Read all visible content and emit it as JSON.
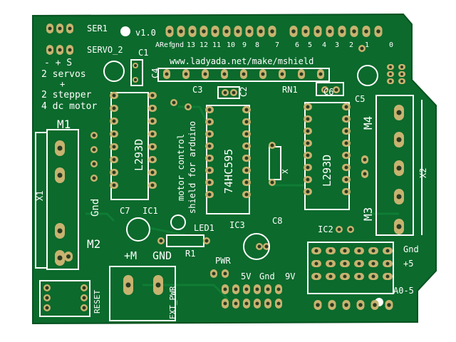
{
  "colors": {
    "background": "#ffffff",
    "board": "#0b6a2c",
    "board_shadow": "#075220",
    "trace": "#0f7c35",
    "pad": "#c7b36f",
    "pad_hole": "#2a3a22",
    "silkscreen": "#ffffff",
    "mount_hole": "#ffffff"
  },
  "board": {
    "url": "www.ladyada.net/make/mshield",
    "version": "v1.0",
    "vertical_text_1": "motor control",
    "vertical_text_2": "shield for arduino",
    "description_lines": [
      "- + S",
      "2 servos",
      "+",
      "2 stepper",
      "4 dc motor"
    ]
  },
  "labels": {
    "ser1": "SER1",
    "servo2": "SERVO_2",
    "aref": "ARef",
    "gnd_top": "gnd",
    "digital_pins": [
      "13",
      "12",
      "11",
      "10",
      "9",
      "8",
      "7",
      "6",
      "5",
      "4",
      "3",
      "2",
      "1",
      "0"
    ],
    "c1": "C1",
    "c2": "C2",
    "c3": "C3",
    "c4": "C4",
    "c5": "C5",
    "c6": "C6",
    "c7": "C7",
    "c8": "C8",
    "ic1": "IC1",
    "ic2": "IC2",
    "ic3": "IC3",
    "rn1": "RN1",
    "r1": "R1",
    "x1": "X1",
    "x2": "X2",
    "m1": "M1",
    "m2": "M2",
    "m3": "M3",
    "m4": "M4",
    "chip_l293d_left": "L293D",
    "chip_74hc595": "74HC595",
    "chip_l293d_right": "L293D",
    "led1": "LED1",
    "gnd_left": "Gnd",
    "plus_m": "+M",
    "gnd_bottom": "GND",
    "reset": "RESET",
    "ext_pwr": "EXT_PWR",
    "pwr": "PWR",
    "v5": "5V",
    "gnd_mid": "Gnd",
    "v9": "9V",
    "gnd_right": "Gnd",
    "plus5": "+5",
    "a0_5": "A0-5",
    "crystal": "X"
  }
}
